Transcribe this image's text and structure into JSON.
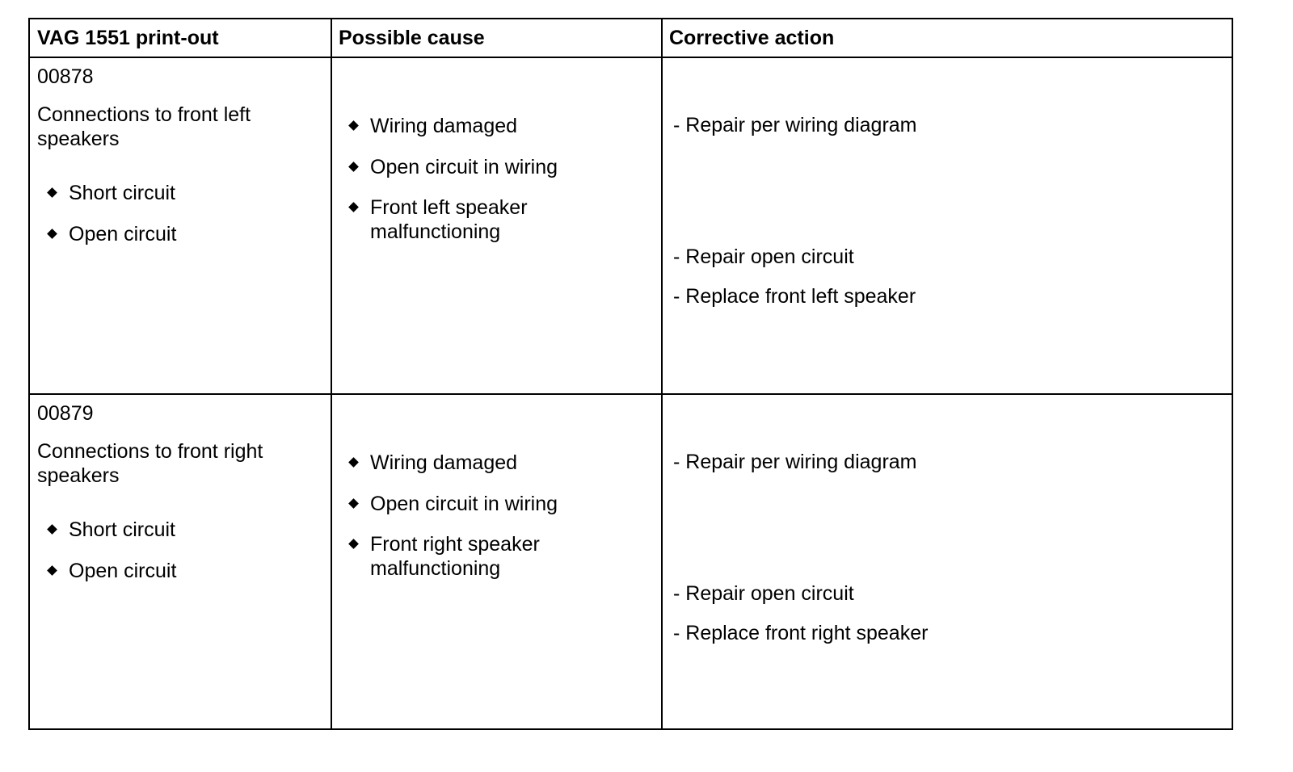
{
  "table": {
    "headers": [
      "VAG 1551 print-out",
      "Possible cause",
      "Corrective action"
    ],
    "rows": [
      {
        "code": "00878",
        "description": "Connections to front left speakers",
        "description_lines": [
          "Connections to front left",
          "speakers"
        ],
        "faults": [
          "Short circuit",
          "Open circuit"
        ],
        "causes": [
          "Wiring damaged",
          "Open circuit in wiring",
          "Front left speaker malfunctioning"
        ],
        "cause_lines": [
          [
            "Wiring damaged"
          ],
          [
            "Open circuit in wiring"
          ],
          [
            "Front left speaker",
            "malfunctioning"
          ]
        ],
        "actions": [
          "- Repair per wiring diagram",
          "- Repair open circuit",
          "- Replace front left speaker"
        ]
      },
      {
        "code": "00879",
        "description": "Connections to front right speakers",
        "description_lines": [
          "Connections to front right",
          "speakers"
        ],
        "faults": [
          "Short circuit",
          "Open circuit"
        ],
        "causes": [
          "Wiring damaged",
          "Open circuit in wiring",
          "Front right speaker malfunctioning"
        ],
        "cause_lines": [
          [
            "Wiring damaged"
          ],
          [
            "Open circuit in wiring"
          ],
          [
            "Front right speaker",
            "malfunctioning"
          ]
        ],
        "actions": [
          "- Repair per wiring diagram",
          "- Repair open circuit",
          "- Replace front right speaker"
        ]
      }
    ]
  }
}
